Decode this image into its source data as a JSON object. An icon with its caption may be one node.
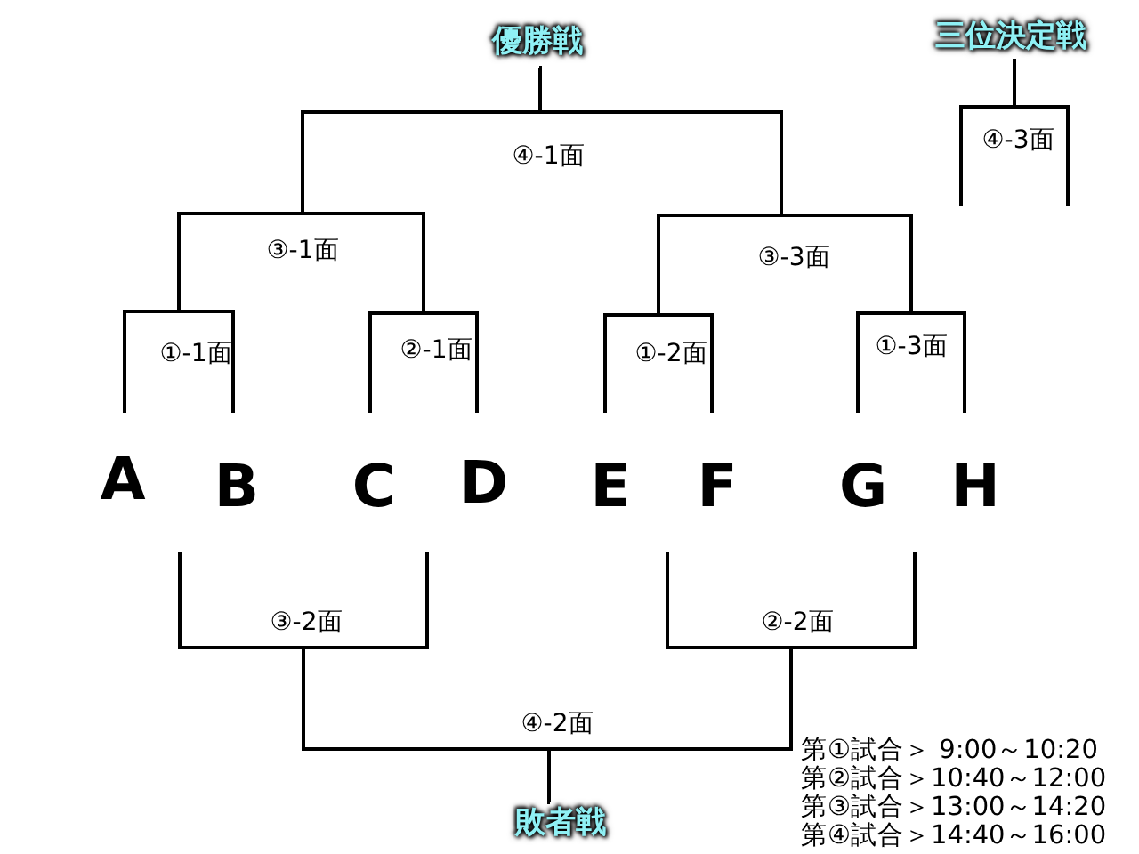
{
  "diagram": {
    "nodes": [
      {
        "text": [
          "優勝戦"
        ]
      },
      {
        "text": [
          "三位決定戦"
        ]
      },
      {
        "text": [
          "④-1面"
        ]
      },
      {
        "text": [
          "④-3面"
        ]
      },
      {
        "text": [
          "③-1面"
        ]
      },
      {
        "text": [
          "③-3面"
        ]
      },
      {
        "text": [
          "①-1面"
        ]
      },
      {
        "text": [
          "②-1面"
        ]
      },
      {
        "text": [
          "①-2面"
        ]
      },
      {
        "text": [
          "①-3面"
        ]
      },
      {
        "text": [
          "A"
        ]
      },
      {
        "text": [
          "B"
        ]
      },
      {
        "text": [
          "C"
        ]
      },
      {
        "text": [
          "D"
        ]
      },
      {
        "text": [
          "E"
        ]
      },
      {
        "text": [
          "F"
        ]
      },
      {
        "text": [
          "G"
        ]
      },
      {
        "text": [
          "H"
        ]
      },
      {
        "text": [
          "③-2面"
        ]
      },
      {
        "text": [
          "②-2面"
        ]
      },
      {
        "text": [
          "④-2面"
        ]
      },
      {
        "text": [
          "敗者戦"
        ]
      }
    ],
    "edges": [
      {
        "from": 10,
        "to": 6,
        "arrow": "none"
      },
      {
        "from": 11,
        "to": 6,
        "arrow": "none"
      },
      {
        "from": 12,
        "to": 7,
        "arrow": "none"
      },
      {
        "from": 13,
        "to": 7,
        "arrow": "none"
      },
      {
        "from": 14,
        "to": 8,
        "arrow": "none"
      },
      {
        "from": 15,
        "to": 8,
        "arrow": "none"
      },
      {
        "from": 16,
        "to": 9,
        "arrow": "none"
      },
      {
        "from": 17,
        "to": 9,
        "arrow": "none"
      },
      {
        "from": 6,
        "to": 4,
        "arrow": "none"
      },
      {
        "from": 7,
        "to": 4,
        "arrow": "none"
      },
      {
        "from": 8,
        "to": 5,
        "arrow": "none"
      },
      {
        "from": 9,
        "to": 5,
        "arrow": "none"
      },
      {
        "from": 4,
        "to": 2,
        "arrow": "none"
      },
      {
        "from": 5,
        "to": 2,
        "arrow": "none"
      },
      {
        "from": 2,
        "to": 0,
        "arrow": "none"
      },
      {
        "from": null,
        "to": 3,
        "arrow": "none"
      },
      {
        "from": null,
        "to": 3,
        "arrow": "none"
      },
      {
        "from": 3,
        "to": 1,
        "arrow": "none"
      },
      {
        "from": null,
        "to": 18,
        "arrow": "none"
      },
      {
        "from": null,
        "to": 18,
        "arrow": "none"
      },
      {
        "from": null,
        "to": 19,
        "arrow": "none"
      },
      {
        "from": null,
        "to": 19,
        "arrow": "none"
      },
      {
        "from": 18,
        "to": 20,
        "arrow": "none"
      },
      {
        "from": 19,
        "to": 20,
        "arrow": "none"
      },
      {
        "from": 20,
        "to": 21,
        "arrow": "none"
      }
    ],
    "labels": [
      "第①試合＞ 9:00～10:20",
      "第②試合＞10:40～12:00",
      "第③試合＞13:00～14:20",
      "第④試合＞14:40～16:00"
    ]
  }
}
